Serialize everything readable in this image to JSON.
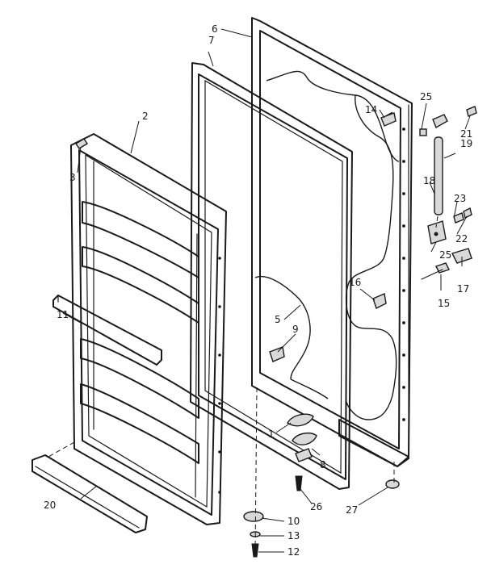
{
  "callouts": {
    "c2": "2",
    "c3": "3",
    "c5": "5",
    "c6": "6",
    "c7": "7",
    "c8": "8",
    "c9": "9",
    "c10": "10",
    "c11": "11",
    "c12": "12",
    "c13": "13",
    "c14": "14",
    "c15": "15",
    "c16": "16",
    "c17": "17",
    "c18": "18",
    "c19": "19",
    "c20": "20",
    "c21": "21",
    "c22": "22",
    "c23": "23",
    "c25a": "25",
    "c25b": "25",
    "c26": "26",
    "c27": "27",
    "c1": "1"
  }
}
